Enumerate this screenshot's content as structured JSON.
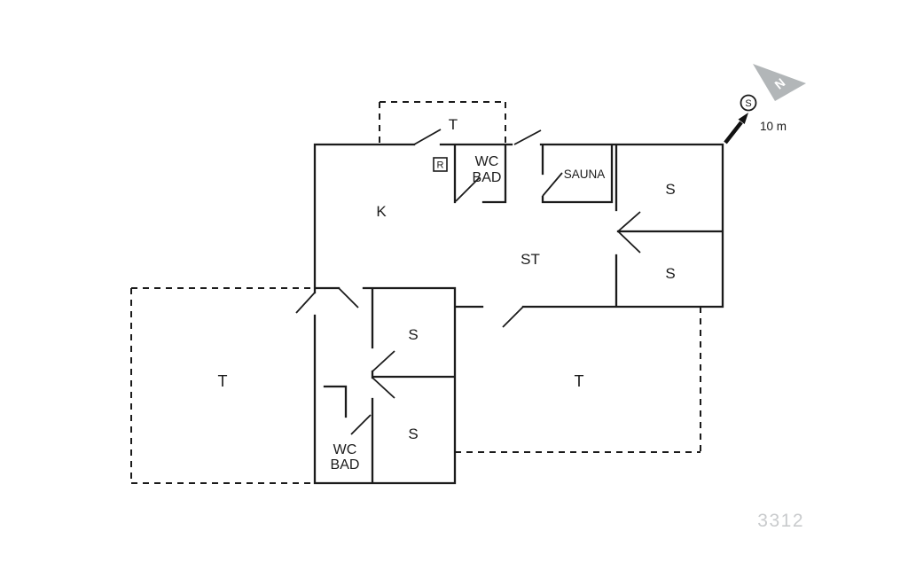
{
  "plan": {
    "number": "3312"
  },
  "compass": {
    "north_label": "N",
    "direction_marker": "S",
    "distance_label": "10 m"
  },
  "rooms": {
    "terrace_top": "T",
    "terrace_left": "T",
    "terrace_right": "T",
    "kitchen": "K",
    "tech_room": "R",
    "bath_top": {
      "line1": "WC",
      "line2": "BAD"
    },
    "sauna": "SAUNA",
    "bedroom_northeast": "S",
    "bedroom_east": "S",
    "living_room": "ST",
    "bedroom_middle": "S",
    "bedroom_south": "S",
    "bath_bottom": {
      "line1": "WC",
      "line2": "BAD"
    }
  },
  "colors": {
    "background": "#ffffff",
    "wall": "#1b1b1b",
    "north_arrow": "#b2b6b8",
    "plan_number_text": "#c9cbcd"
  }
}
